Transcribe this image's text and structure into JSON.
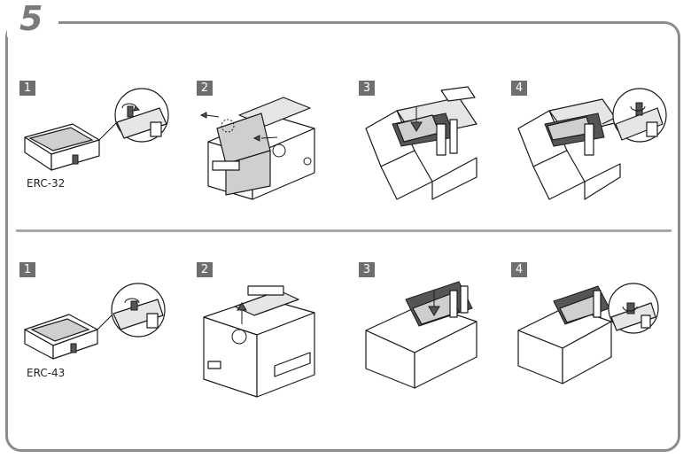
{
  "step_number": "5",
  "rows": [
    {
      "ribbon_label": "ERC-32",
      "steps": [
        {
          "number": "1"
        },
        {
          "number": "2"
        },
        {
          "number": "3"
        },
        {
          "number": "4"
        }
      ]
    },
    {
      "ribbon_label": "ERC-43",
      "steps": [
        {
          "number": "1"
        },
        {
          "number": "2"
        },
        {
          "number": "3"
        },
        {
          "number": "4"
        }
      ]
    }
  ]
}
